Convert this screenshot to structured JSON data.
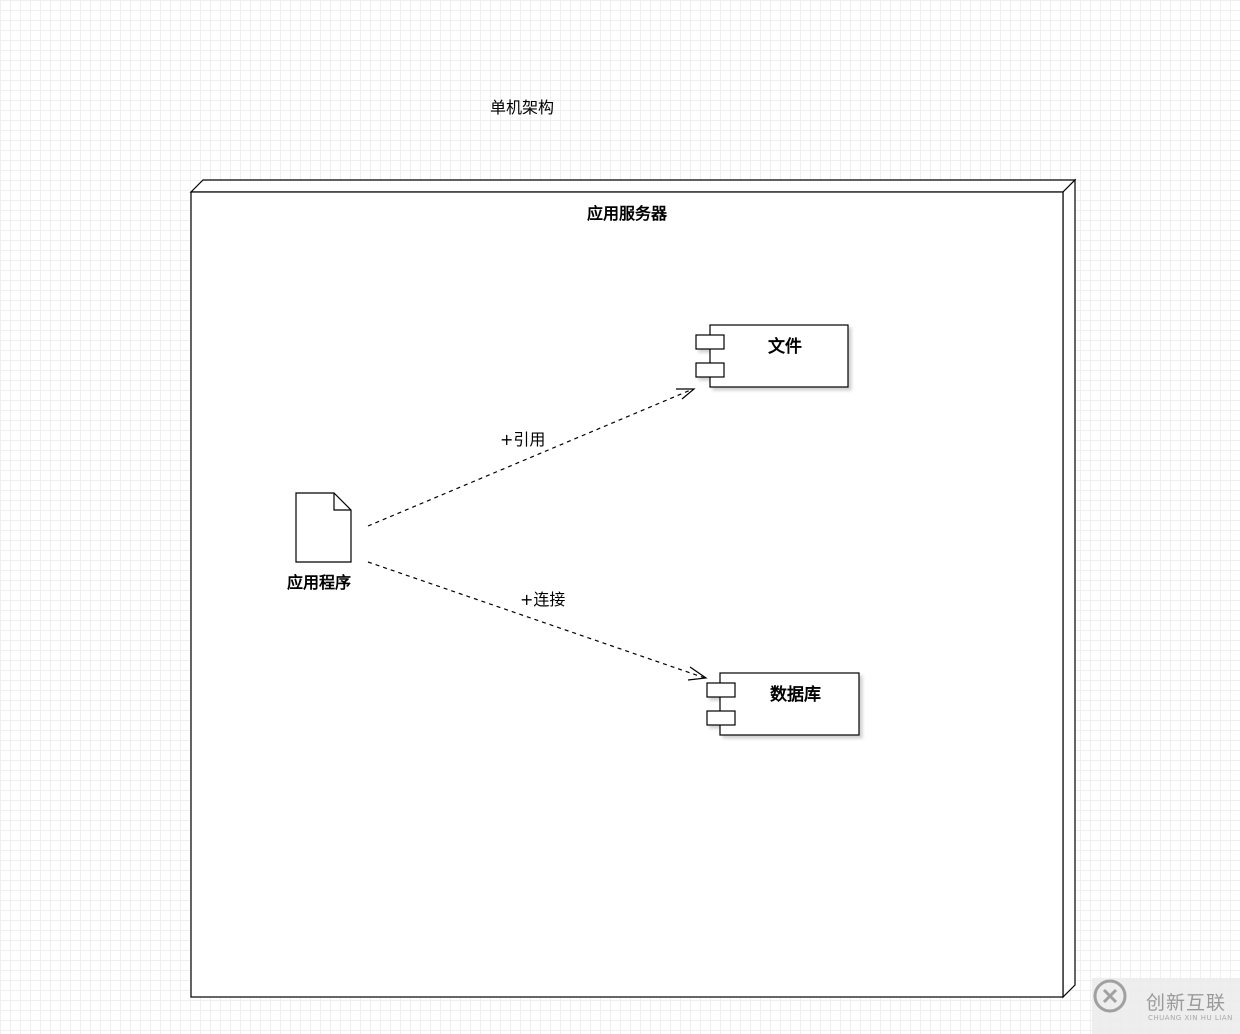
{
  "diagram": {
    "title": "单机架构",
    "node": {
      "label": "应用服务器"
    },
    "artifact": {
      "label": "应用程序"
    },
    "components": [
      {
        "id": "file",
        "label": "文件"
      },
      {
        "id": "database",
        "label": "数据库"
      }
    ],
    "edges": [
      {
        "from": "artifact",
        "to": "file",
        "label": "+引用",
        "style": "dashed"
      },
      {
        "from": "artifact",
        "to": "database",
        "label": "+连接",
        "style": "dashed"
      }
    ]
  },
  "watermark": {
    "text": "创新互联",
    "subtext": "CHUANG XIN HU LIAN"
  }
}
